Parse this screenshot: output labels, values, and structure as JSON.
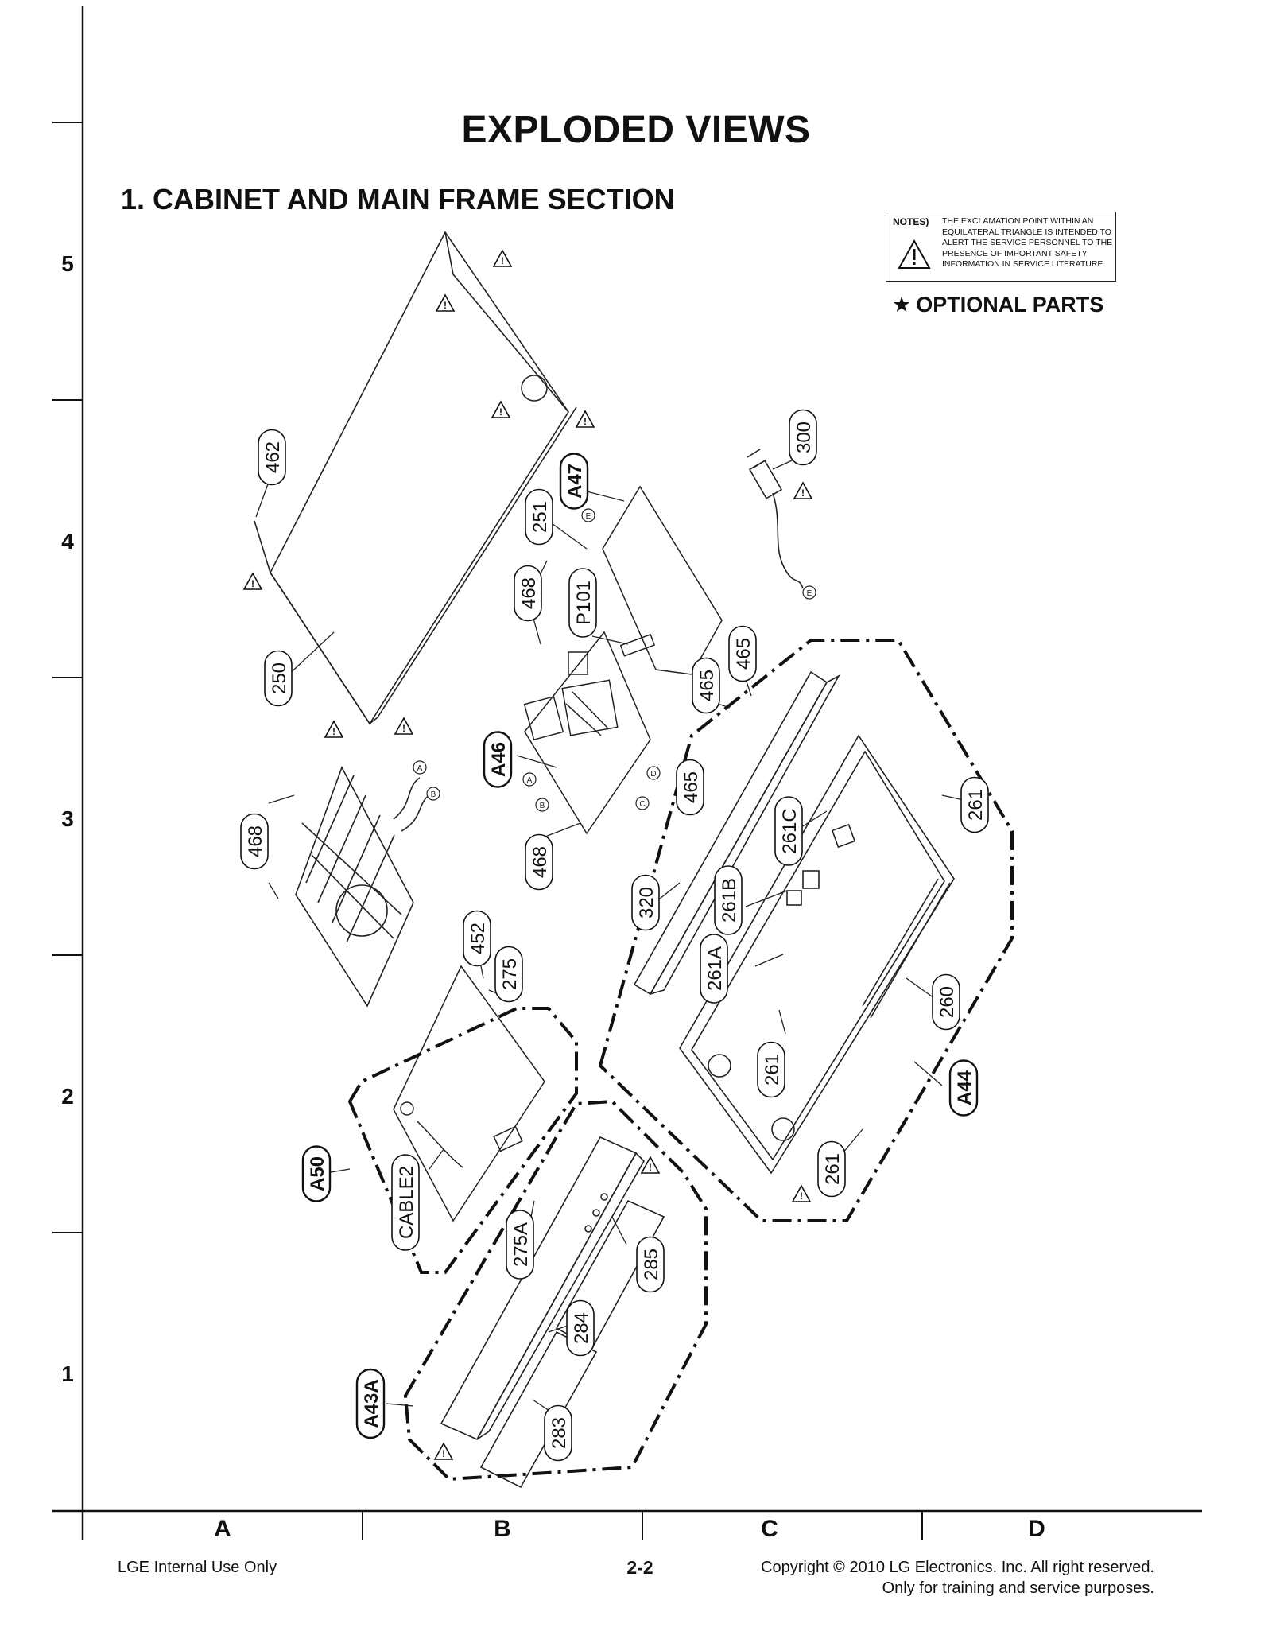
{
  "header": {
    "title": "EXPLODED VIEWS",
    "section": "1. CABINET AND MAIN FRAME SECTION"
  },
  "notes": {
    "label": "NOTES)",
    "text": "THE EXCLAMATION POINT WITHIN AN EQUILATERAL TRIANGLE IS INTENDED TO ALERT THE SERVICE PERSONNEL TO THE PRESENCE OF IMPORTANT SAFETY INFORMATION IN SERVICE LITERATURE.",
    "icon": "warning-triangle-icon"
  },
  "optional": {
    "star": "★",
    "label": "OPTIONAL PARTS"
  },
  "grid": {
    "rows": [
      "5",
      "4",
      "3",
      "2",
      "1"
    ],
    "columns": [
      "A",
      "B",
      "C",
      "D"
    ]
  },
  "callouts": [
    {
      "id": "462",
      "label": "462",
      "bold": false
    },
    {
      "id": "250",
      "label": "250",
      "bold": false
    },
    {
      "id": "251",
      "label": "251",
      "bold": false
    },
    {
      "id": "A47",
      "label": "A47",
      "bold": true
    },
    {
      "id": "468a",
      "label": "468",
      "bold": false
    },
    {
      "id": "P101",
      "label": "P101",
      "bold": false
    },
    {
      "id": "300",
      "label": "300",
      "bold": false
    },
    {
      "id": "465a",
      "label": "465",
      "bold": false
    },
    {
      "id": "465b",
      "label": "465",
      "bold": false
    },
    {
      "id": "465c",
      "label": "465",
      "bold": false
    },
    {
      "id": "A46",
      "label": "A46",
      "bold": true
    },
    {
      "id": "468b",
      "label": "468",
      "bold": false
    },
    {
      "id": "468c",
      "label": "468",
      "bold": false
    },
    {
      "id": "261C",
      "label": "261C",
      "bold": false
    },
    {
      "id": "261a",
      "label": "261",
      "bold": false
    },
    {
      "id": "320",
      "label": "320",
      "bold": false
    },
    {
      "id": "261B",
      "label": "261B",
      "bold": false
    },
    {
      "id": "261A",
      "label": "261A",
      "bold": false
    },
    {
      "id": "452",
      "label": "452",
      "bold": false
    },
    {
      "id": "275",
      "label": "275",
      "bold": false
    },
    {
      "id": "260",
      "label": "260",
      "bold": false
    },
    {
      "id": "261b",
      "label": "261",
      "bold": false
    },
    {
      "id": "A44",
      "label": "A44",
      "bold": true
    },
    {
      "id": "A50",
      "label": "A50",
      "bold": true
    },
    {
      "id": "CABLE2",
      "label": "CABLE2",
      "bold": false
    },
    {
      "id": "261c",
      "label": "261",
      "bold": false
    },
    {
      "id": "275A",
      "label": "275A",
      "bold": false
    },
    {
      "id": "285",
      "label": "285",
      "bold": false
    },
    {
      "id": "284",
      "label": "284",
      "bold": false
    },
    {
      "id": "A43A",
      "label": "A43A",
      "bold": true
    },
    {
      "id": "283",
      "label": "283",
      "bold": false
    }
  ],
  "connectors": [
    "A",
    "B",
    "C",
    "D",
    "E"
  ],
  "footer": {
    "left": "LGE Internal Use Only",
    "page": "2-2",
    "copyright": "Copyright © 2010 LG Electronics. Inc. All right reserved.",
    "purpose": "Only for training and service purposes."
  }
}
